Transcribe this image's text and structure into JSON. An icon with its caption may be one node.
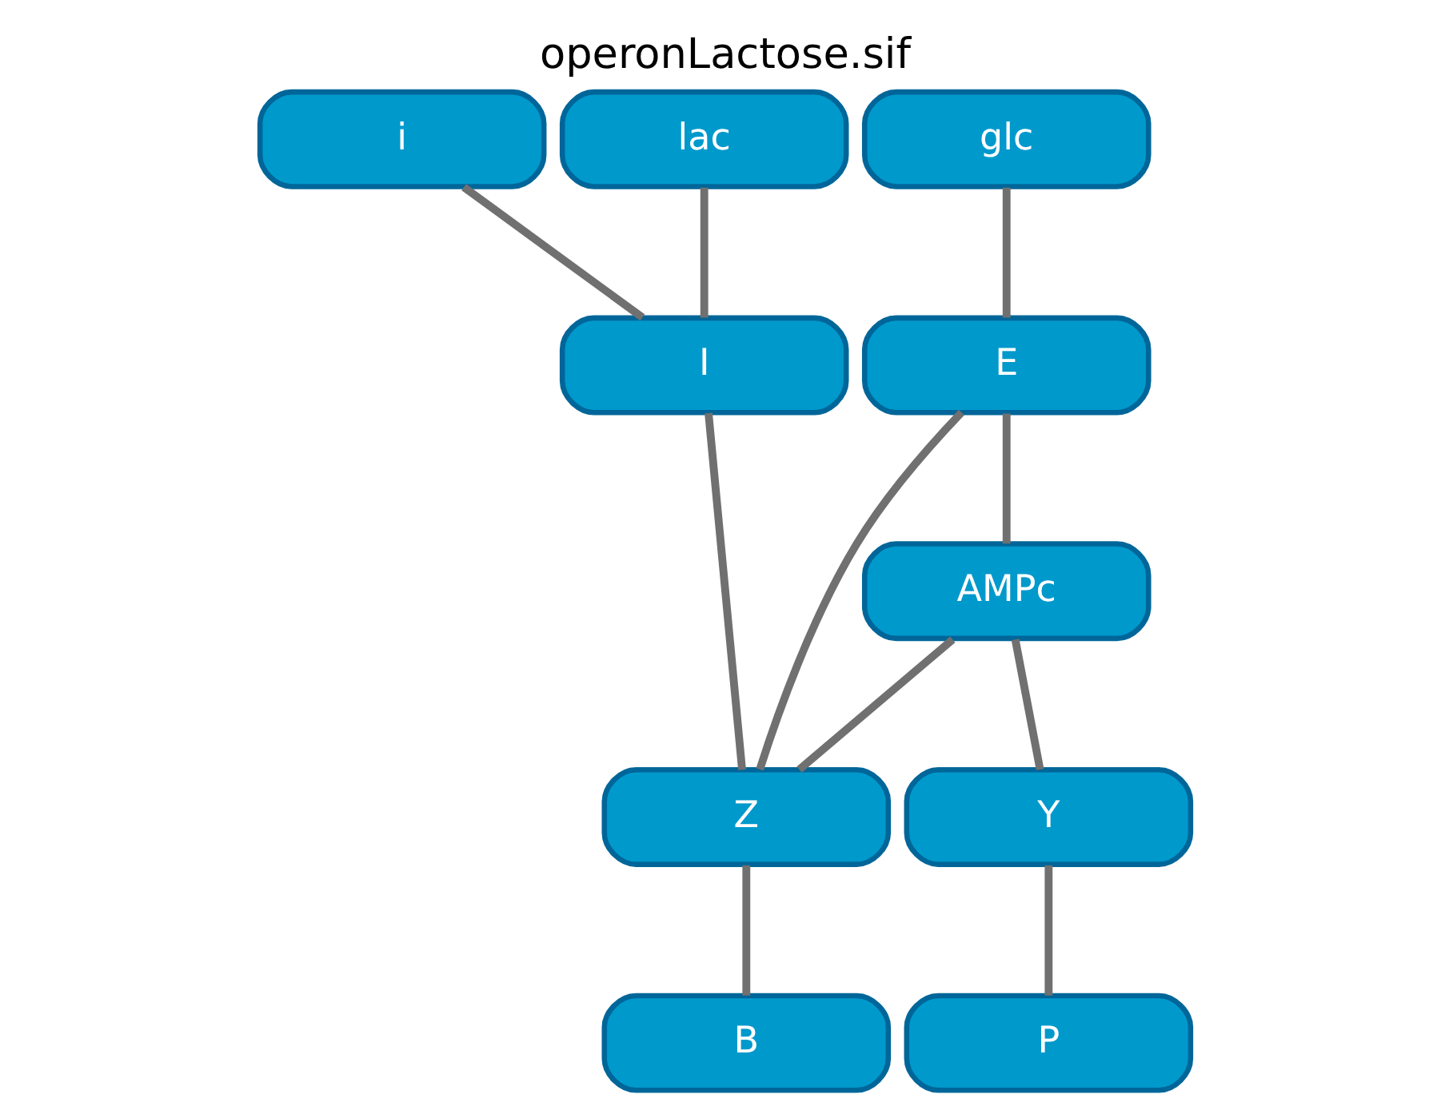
{
  "diagram": {
    "title": "operonLactose.sif",
    "nodes": [
      {
        "text": [
          "i"
        ]
      },
      {
        "text": [
          "lac"
        ]
      },
      {
        "text": [
          "glc"
        ]
      },
      {
        "text": [
          "I"
        ]
      },
      {
        "text": [
          "E"
        ]
      },
      {
        "text": [
          "AMPc"
        ]
      },
      {
        "text": [
          "Z"
        ]
      },
      {
        "text": [
          "Y"
        ]
      },
      {
        "text": [
          "B"
        ]
      },
      {
        "text": [
          "P"
        ]
      }
    ],
    "edges": [
      {
        "from": 0,
        "to": 3,
        "arrow": "none"
      },
      {
        "from": 1,
        "to": 3,
        "arrow": "none"
      },
      {
        "from": 2,
        "to": 4,
        "arrow": "none"
      },
      {
        "from": 3,
        "to": 6,
        "arrow": "none"
      },
      {
        "from": 4,
        "to": 6,
        "arrow": "none"
      },
      {
        "from": 4,
        "to": 5,
        "arrow": "none"
      },
      {
        "from": 5,
        "to": 6,
        "arrow": "none"
      },
      {
        "from": 5,
        "to": 7,
        "arrow": "none"
      },
      {
        "from": 6,
        "to": 8,
        "arrow": "none"
      },
      {
        "from": 7,
        "to": 9,
        "arrow": "none"
      }
    ]
  }
}
